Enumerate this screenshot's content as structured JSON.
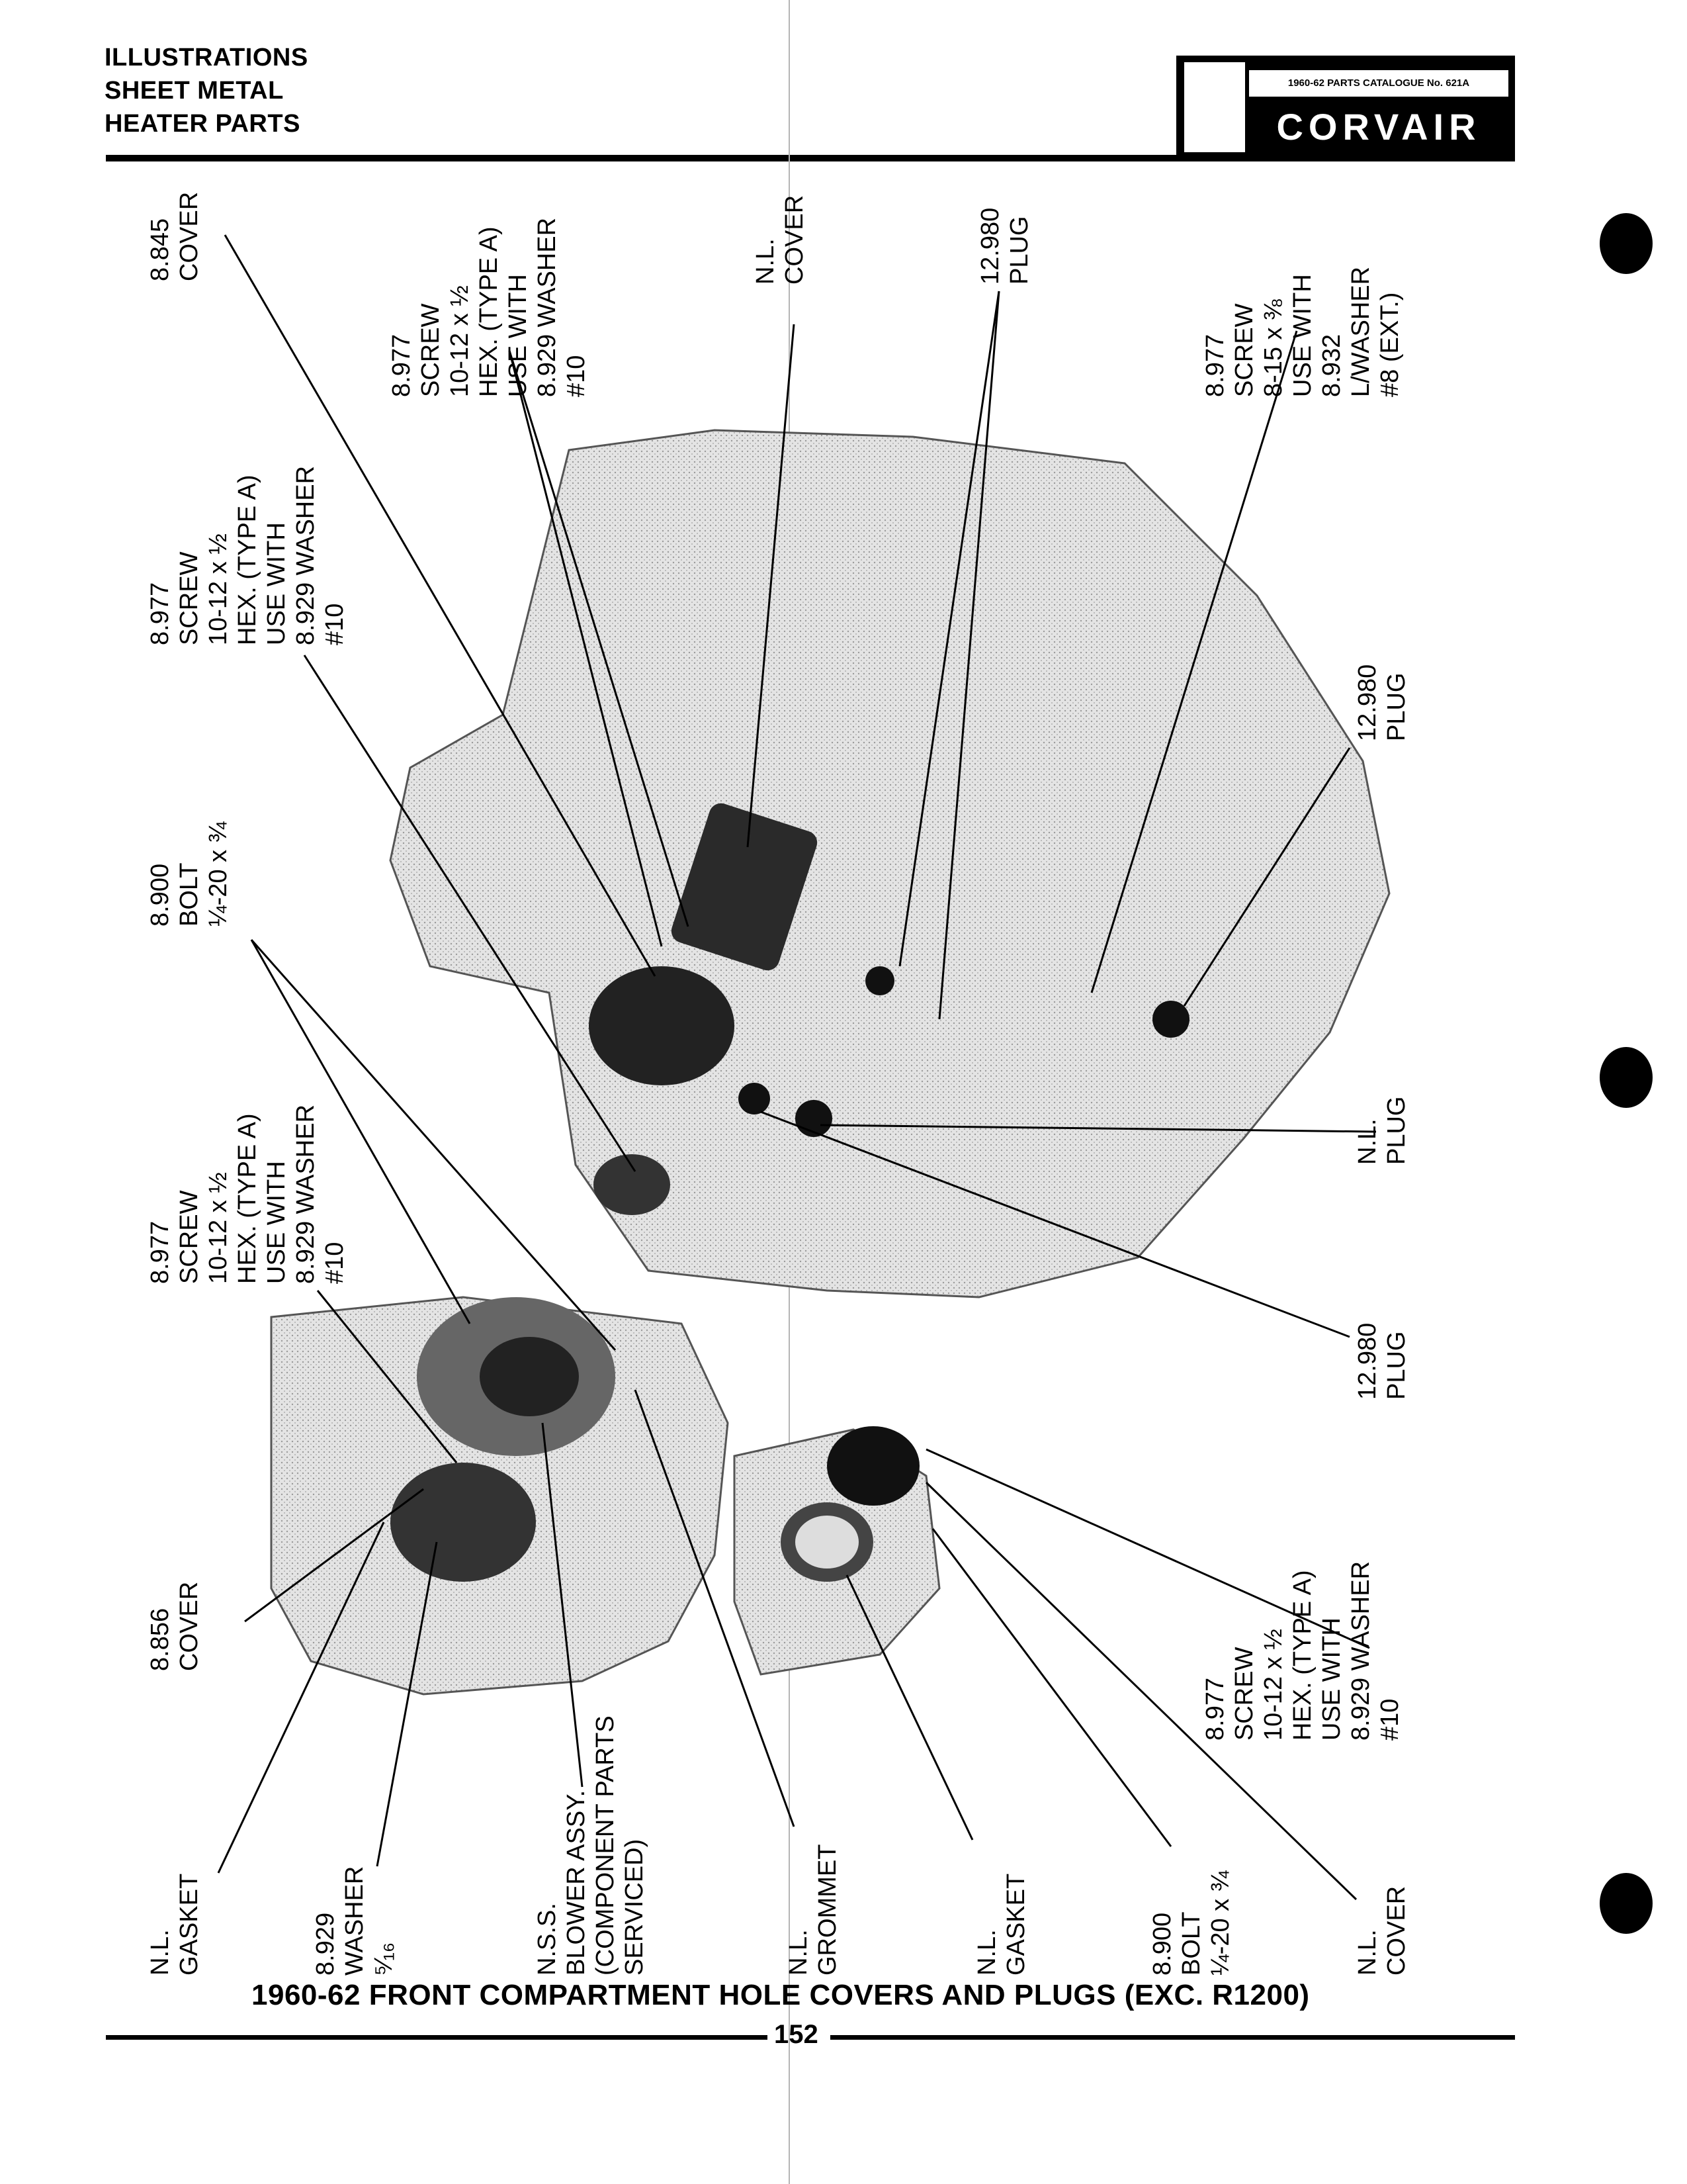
{
  "header": {
    "line1": "ILLUSTRATIONS",
    "line2": "SHEET METAL",
    "line3": "HEATER PARTS",
    "catalogue": "1960-62 PARTS CATALOGUE No. 621A",
    "brand": "CORVAIR"
  },
  "callouts": [
    {
      "id": "top-cover-8845",
      "text": "8.845\nCOVER"
    },
    {
      "id": "top-screw-left",
      "text": "8.977\nSCREW\n10-12 x ½\nHEX. (TYPE A)\nUSE WITH\n8.929 WASHER\n#10"
    },
    {
      "id": "top-cover-nl",
      "text": "N.L.\nCOVER"
    },
    {
      "id": "top-plug-12980",
      "text": "12.980\nPLUG"
    },
    {
      "id": "top-screw-right",
      "text": "8.977\nSCREW\n8-15 x ⅜\nUSE WITH\n8.932\nL/WASHER\n#8 (EXT.)"
    },
    {
      "id": "mid-screw",
      "text": "8.977\nSCREW\n10-12 x ½\nHEX. (TYPE A)\nUSE WITH\n8.929 WASHER\n#10"
    },
    {
      "id": "mid-bolt",
      "text": "8.900\nBOLT\n¼-20 x ¾"
    },
    {
      "id": "right-plug-12980-upper",
      "text": "12.980\nPLUG"
    },
    {
      "id": "right-plug-nl",
      "text": "N.L.\nPLUG"
    },
    {
      "id": "right-plug-12980-lower",
      "text": "12.980\nPLUG"
    },
    {
      "id": "lower-screw-left",
      "text": "8.977\nSCREW\n10-12 x ½\nHEX. (TYPE A)\nUSE WITH\n8.929 WASHER\n#10"
    },
    {
      "id": "lower-cover-8856",
      "text": "8.856\nCOVER"
    },
    {
      "id": "lower-screw-right",
      "text": "8.977\nSCREW\n10-12 x ½\nHEX. (TYPE A)\nUSE WITH\n8.929 WASHER\n#10"
    },
    {
      "id": "bottom-gasket-1",
      "text": "N.L.\nGASKET"
    },
    {
      "id": "bottom-washer",
      "text": "8.929\nWASHER\n⁵⁄₁₆"
    },
    {
      "id": "bottom-blower",
      "text": "N.S.S.\nBLOWER ASSY.\n(COMPONENT PARTS\nSERVICED)"
    },
    {
      "id": "bottom-grommet",
      "text": "N.L.\nGROMMET"
    },
    {
      "id": "bottom-gasket-2",
      "text": "N.L.\nGASKET"
    },
    {
      "id": "bottom-bolt",
      "text": "8.900\nBOLT\n¼-20 x ¾"
    },
    {
      "id": "bottom-cover",
      "text": "N.L.\nCOVER"
    }
  ],
  "footer": {
    "title": "1960-62 FRONT COMPARTMENT HOLE COVERS AND PLUGS (EXC. R1200)",
    "page": "152"
  }
}
